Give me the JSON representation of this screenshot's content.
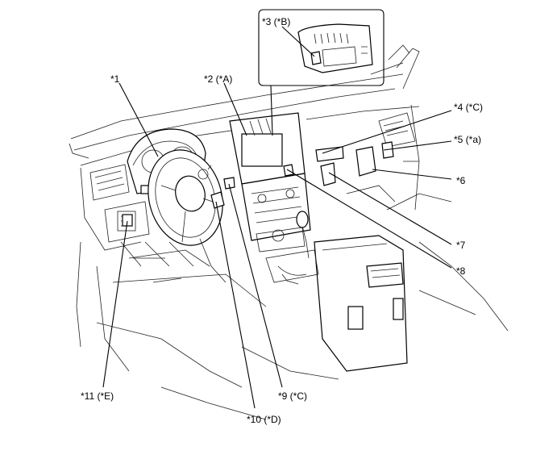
{
  "callouts": {
    "c1": "*1",
    "c2": "*2 (*A)",
    "c3": "*3 (*B)",
    "c4": "*4 (*C)",
    "c5": "*5 (*a)",
    "c6": "*6",
    "c7": "*7",
    "c8": "*8",
    "c9": "*9 (*C)",
    "c10": "*10 (*D)",
    "c11": "*11 (*E)"
  }
}
